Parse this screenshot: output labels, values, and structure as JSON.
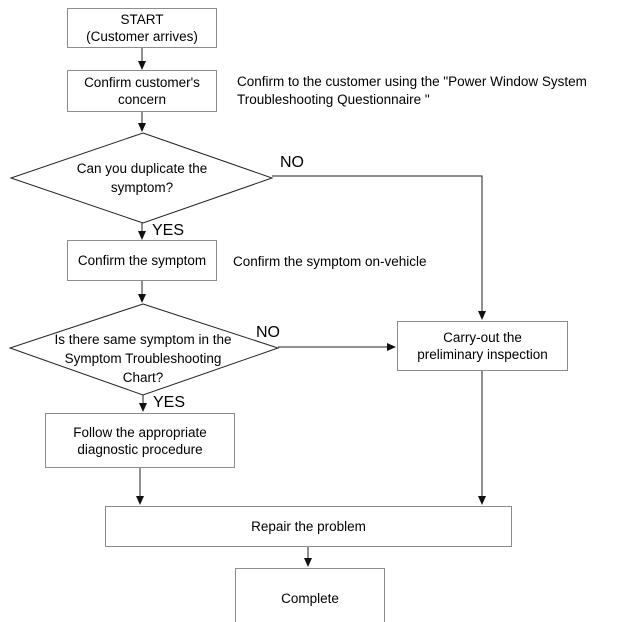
{
  "flow": {
    "nodes": {
      "start": {
        "lines": [
          "START",
          "(Customer arrives)"
        ]
      },
      "confirm_concern": {
        "lines": [
          "Confirm customer's",
          "concern"
        ]
      },
      "confirm_symptom": {
        "lines": [
          "Confirm the symptom"
        ]
      },
      "carry_out": {
        "lines": [
          "Carry-out the",
          "preliminary inspection"
        ]
      },
      "follow": {
        "lines": [
          "Follow the appropriate",
          "diagnostic procedure"
        ]
      },
      "repair": {
        "lines": [
          "Repair the problem"
        ]
      },
      "complete": {
        "lines": [
          "Complete"
        ]
      }
    },
    "decisions": {
      "duplicate": {
        "lines": [
          "Can you duplicate the",
          "symptom?"
        ]
      },
      "same_symptom": {
        "lines": [
          "Is there same symptom in the",
          "Symptom Troubleshooting",
          "Chart?"
        ]
      }
    },
    "branch_labels": {
      "no1": "NO",
      "yes1": "YES",
      "no2": "NO",
      "yes2": "YES"
    },
    "notes": {
      "questionnaire": {
        "lines": [
          "Confirm to the customer using the \"Power Window System",
          "Troubleshooting Questionnaire \""
        ]
      },
      "on_vehicle": {
        "lines": [
          "Confirm the symptom on-vehicle"
        ]
      }
    },
    "colors": {
      "line": "#222222",
      "box_border": "#8c8c8c",
      "text": "#000000"
    }
  }
}
